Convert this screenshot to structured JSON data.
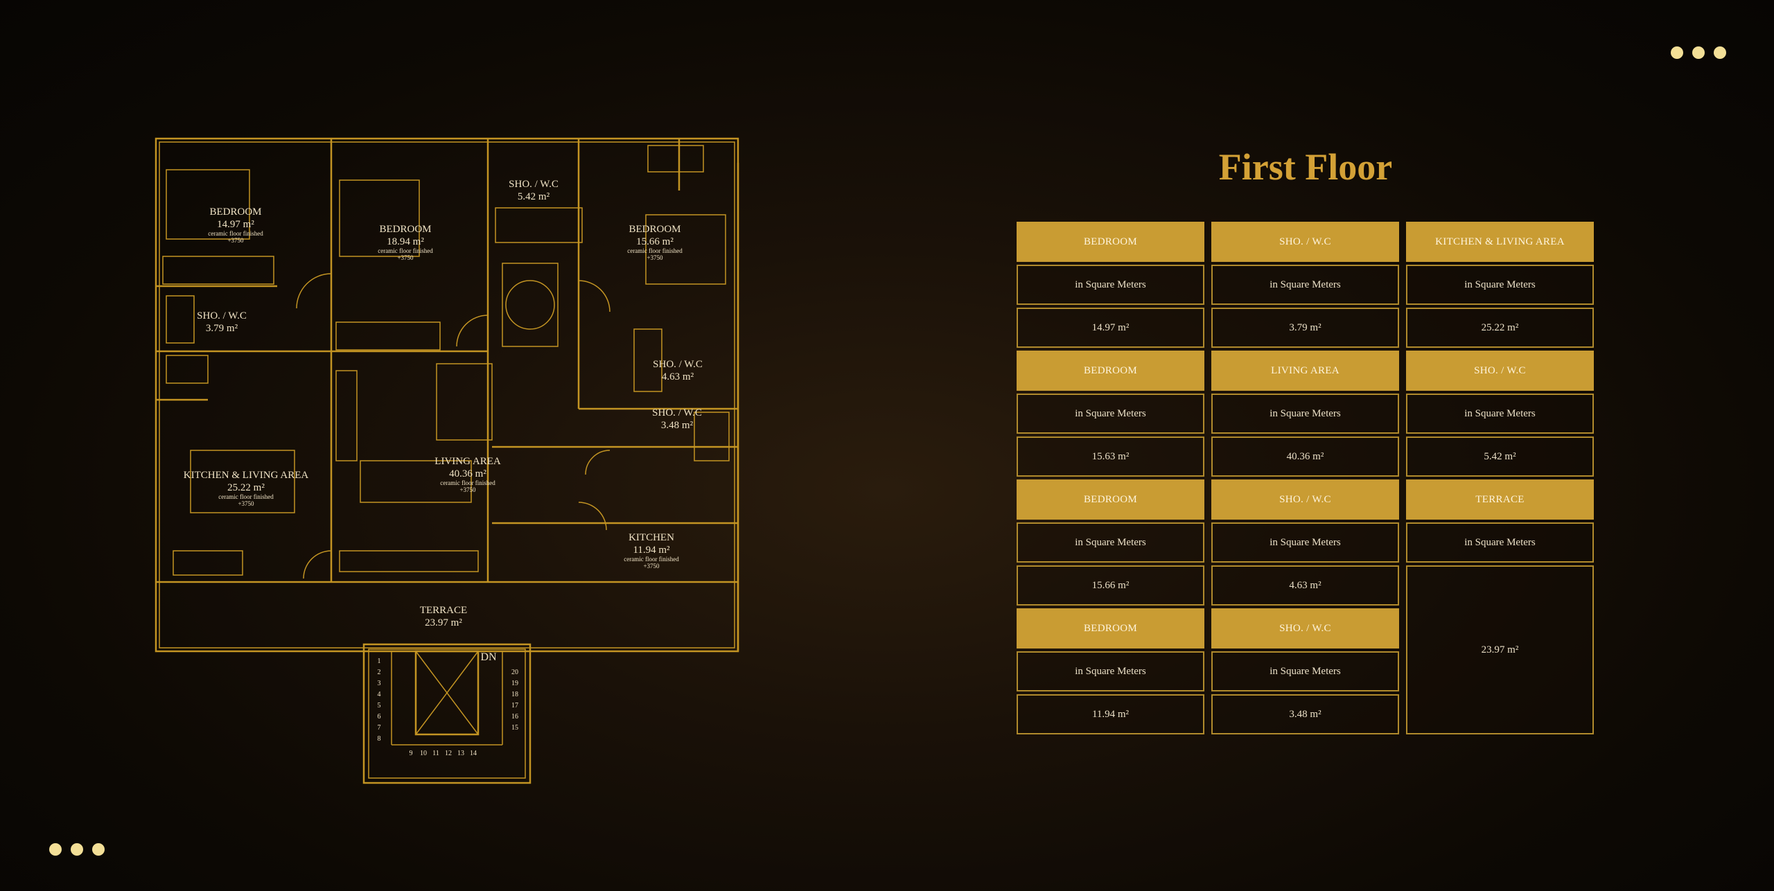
{
  "title": "First Floor",
  "table": {
    "unit_label": "in Square Meters",
    "rooms": [
      {
        "name": "BEDROOM",
        "area": "14.97 m²"
      },
      {
        "name": "SHO. / W.C",
        "area": "3.79 m²"
      },
      {
        "name": "KITCHEN & LIVING AREA",
        "area": "25.22 m²"
      },
      {
        "name": "BEDROOM",
        "area": "15.63 m²"
      },
      {
        "name": "LIVING AREA",
        "area": "40.36 m²"
      },
      {
        "name": "SHO. / W.C",
        "area": "5.42 m²"
      },
      {
        "name": "BEDROOM",
        "area": "15.66 m²"
      },
      {
        "name": "SHO. / W.C",
        "area": "4.63 m²"
      },
      {
        "name": "TERRACE",
        "area": "23.97 m²"
      },
      {
        "name": "BEDROOM",
        "area": "11.94 m²"
      },
      {
        "name": "SHO. / W.C",
        "area": "3.48 m²"
      }
    ]
  },
  "plan": {
    "finish_note": "ceramic floor finished",
    "level_note": "+3750",
    "stair_label": "DN",
    "stair_left": [
      "1",
      "2",
      "3",
      "4",
      "5",
      "6",
      "7",
      "8"
    ],
    "stair_bottom": [
      "9",
      "10",
      "11",
      "12",
      "13",
      "14"
    ],
    "stair_right": [
      "20",
      "19",
      "18",
      "17",
      "16",
      "15"
    ],
    "labels": [
      {
        "name": "BEDROOM",
        "area": "14.97 m²"
      },
      {
        "name": "BEDROOM",
        "area": "18.94 m²"
      },
      {
        "name": "SHO. / W.C",
        "area": "5.42 m²"
      },
      {
        "name": "BEDROOM",
        "area": "15.66 m²"
      },
      {
        "name": "SHO. / W.C",
        "area": "3.79 m²"
      },
      {
        "name": "SHO. / W.C",
        "area": "4.63 m²"
      },
      {
        "name": "SHO. / W.C",
        "area": "3.48 m²"
      },
      {
        "name": "LIVING AREA",
        "area": "40.36 m²"
      },
      {
        "name": "KITCHEN & LIVING AREA",
        "area": "25.22 m²"
      },
      {
        "name": "KITCHEN",
        "area": "11.94 m²"
      },
      {
        "name": "TERRACE",
        "area": "23.97 m²"
      }
    ]
  }
}
